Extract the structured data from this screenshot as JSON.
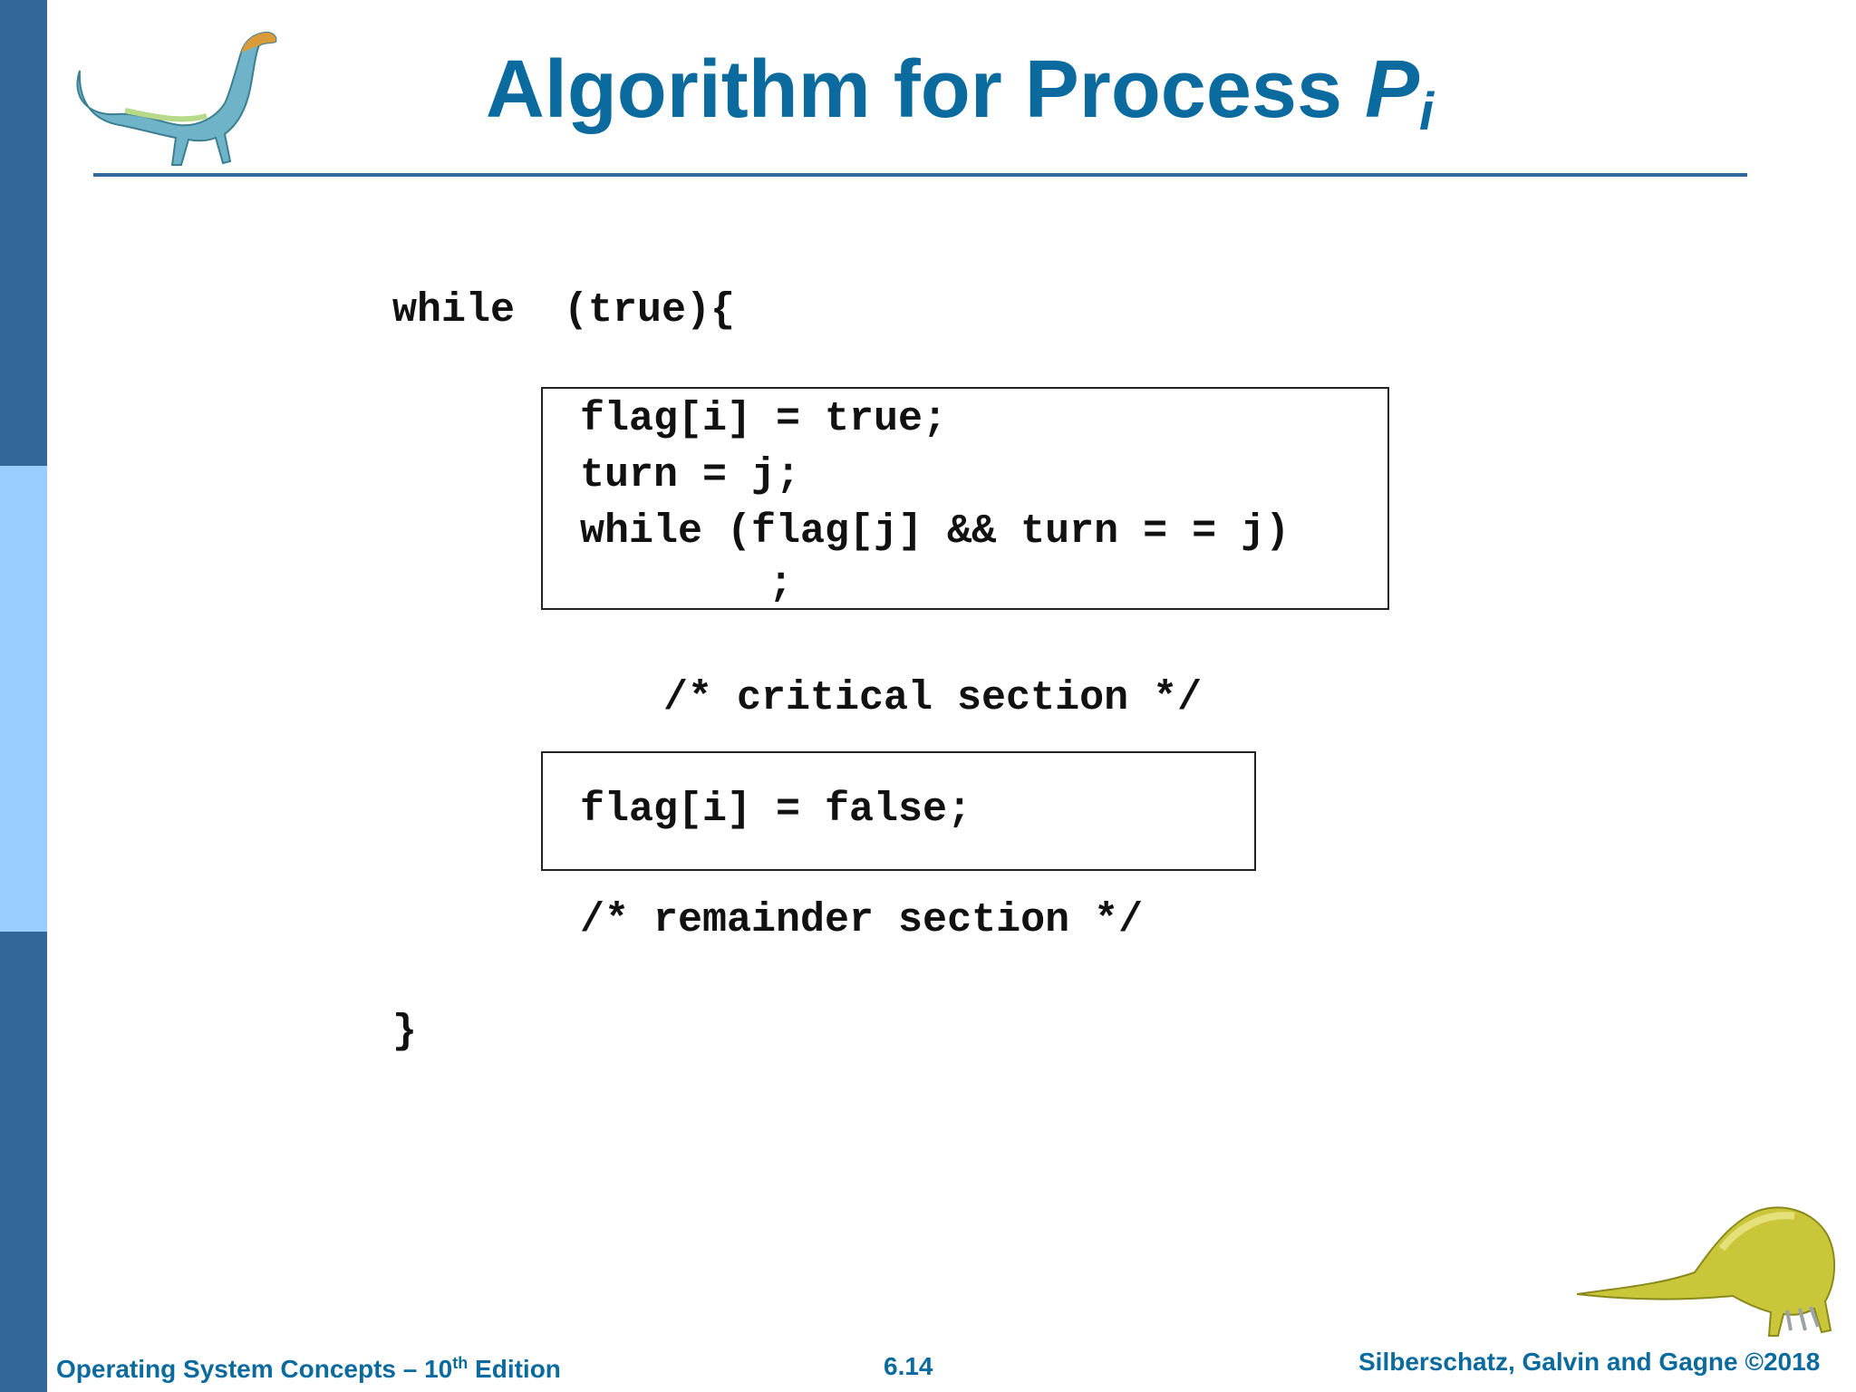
{
  "slide": {
    "title_prefix": "Algorithm for Process ",
    "title_var": "P",
    "title_sub": "i"
  },
  "code": {
    "line_while": "while  (true){",
    "box1": {
      "line1": "flag[i] = true;",
      "line2": "turn = j;",
      "line3": "while (flag[j] && turn = = j)",
      "line4": ";"
    },
    "critical": "/* critical section */",
    "box2": {
      "line1": "flag[i] = false;"
    },
    "remainder": "/* remainder section */",
    "close": "}"
  },
  "footer": {
    "left_prefix": "Operating System Concepts – 10",
    "left_sup": "th",
    "left_suffix": " Edition",
    "center": "6.14",
    "right": "Silberschatz, Galvin and Gagne ©2018"
  },
  "colors": {
    "title": "#0b6a9e",
    "sidebar_dark": "#336699",
    "sidebar_light": "#99ccff"
  },
  "icons": [
    "dinosaur-icon",
    "dinosaur-icon"
  ]
}
